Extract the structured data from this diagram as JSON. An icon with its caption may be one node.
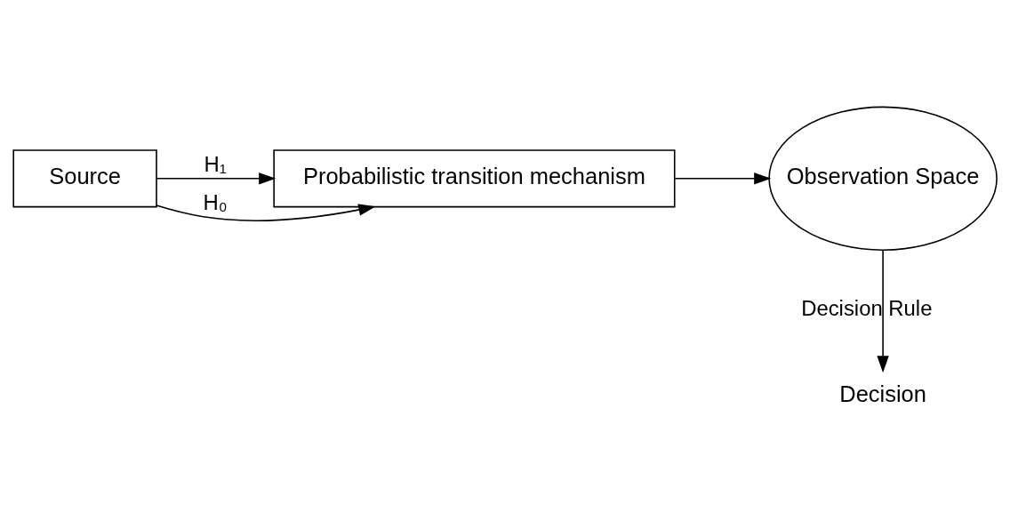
{
  "diagram": {
    "nodes": [
      {
        "text": [
          "Source"
        ]
      },
      {
        "text": [
          "Probabilistic transition mechanism"
        ]
      },
      {
        "text": [
          "Observation Space"
        ]
      },
      {
        "text": [
          "Decision"
        ]
      }
    ],
    "edges": [
      {
        "from": 0,
        "to": 1,
        "arrow": "to",
        "label": "H₁"
      },
      {
        "from": 0,
        "to": 1,
        "arrow": "to",
        "label": "H₀"
      },
      {
        "from": 1,
        "to": 2,
        "arrow": "to"
      },
      {
        "from": 2,
        "to": 3,
        "arrow": "to",
        "label": "Decision Rule"
      }
    ]
  }
}
